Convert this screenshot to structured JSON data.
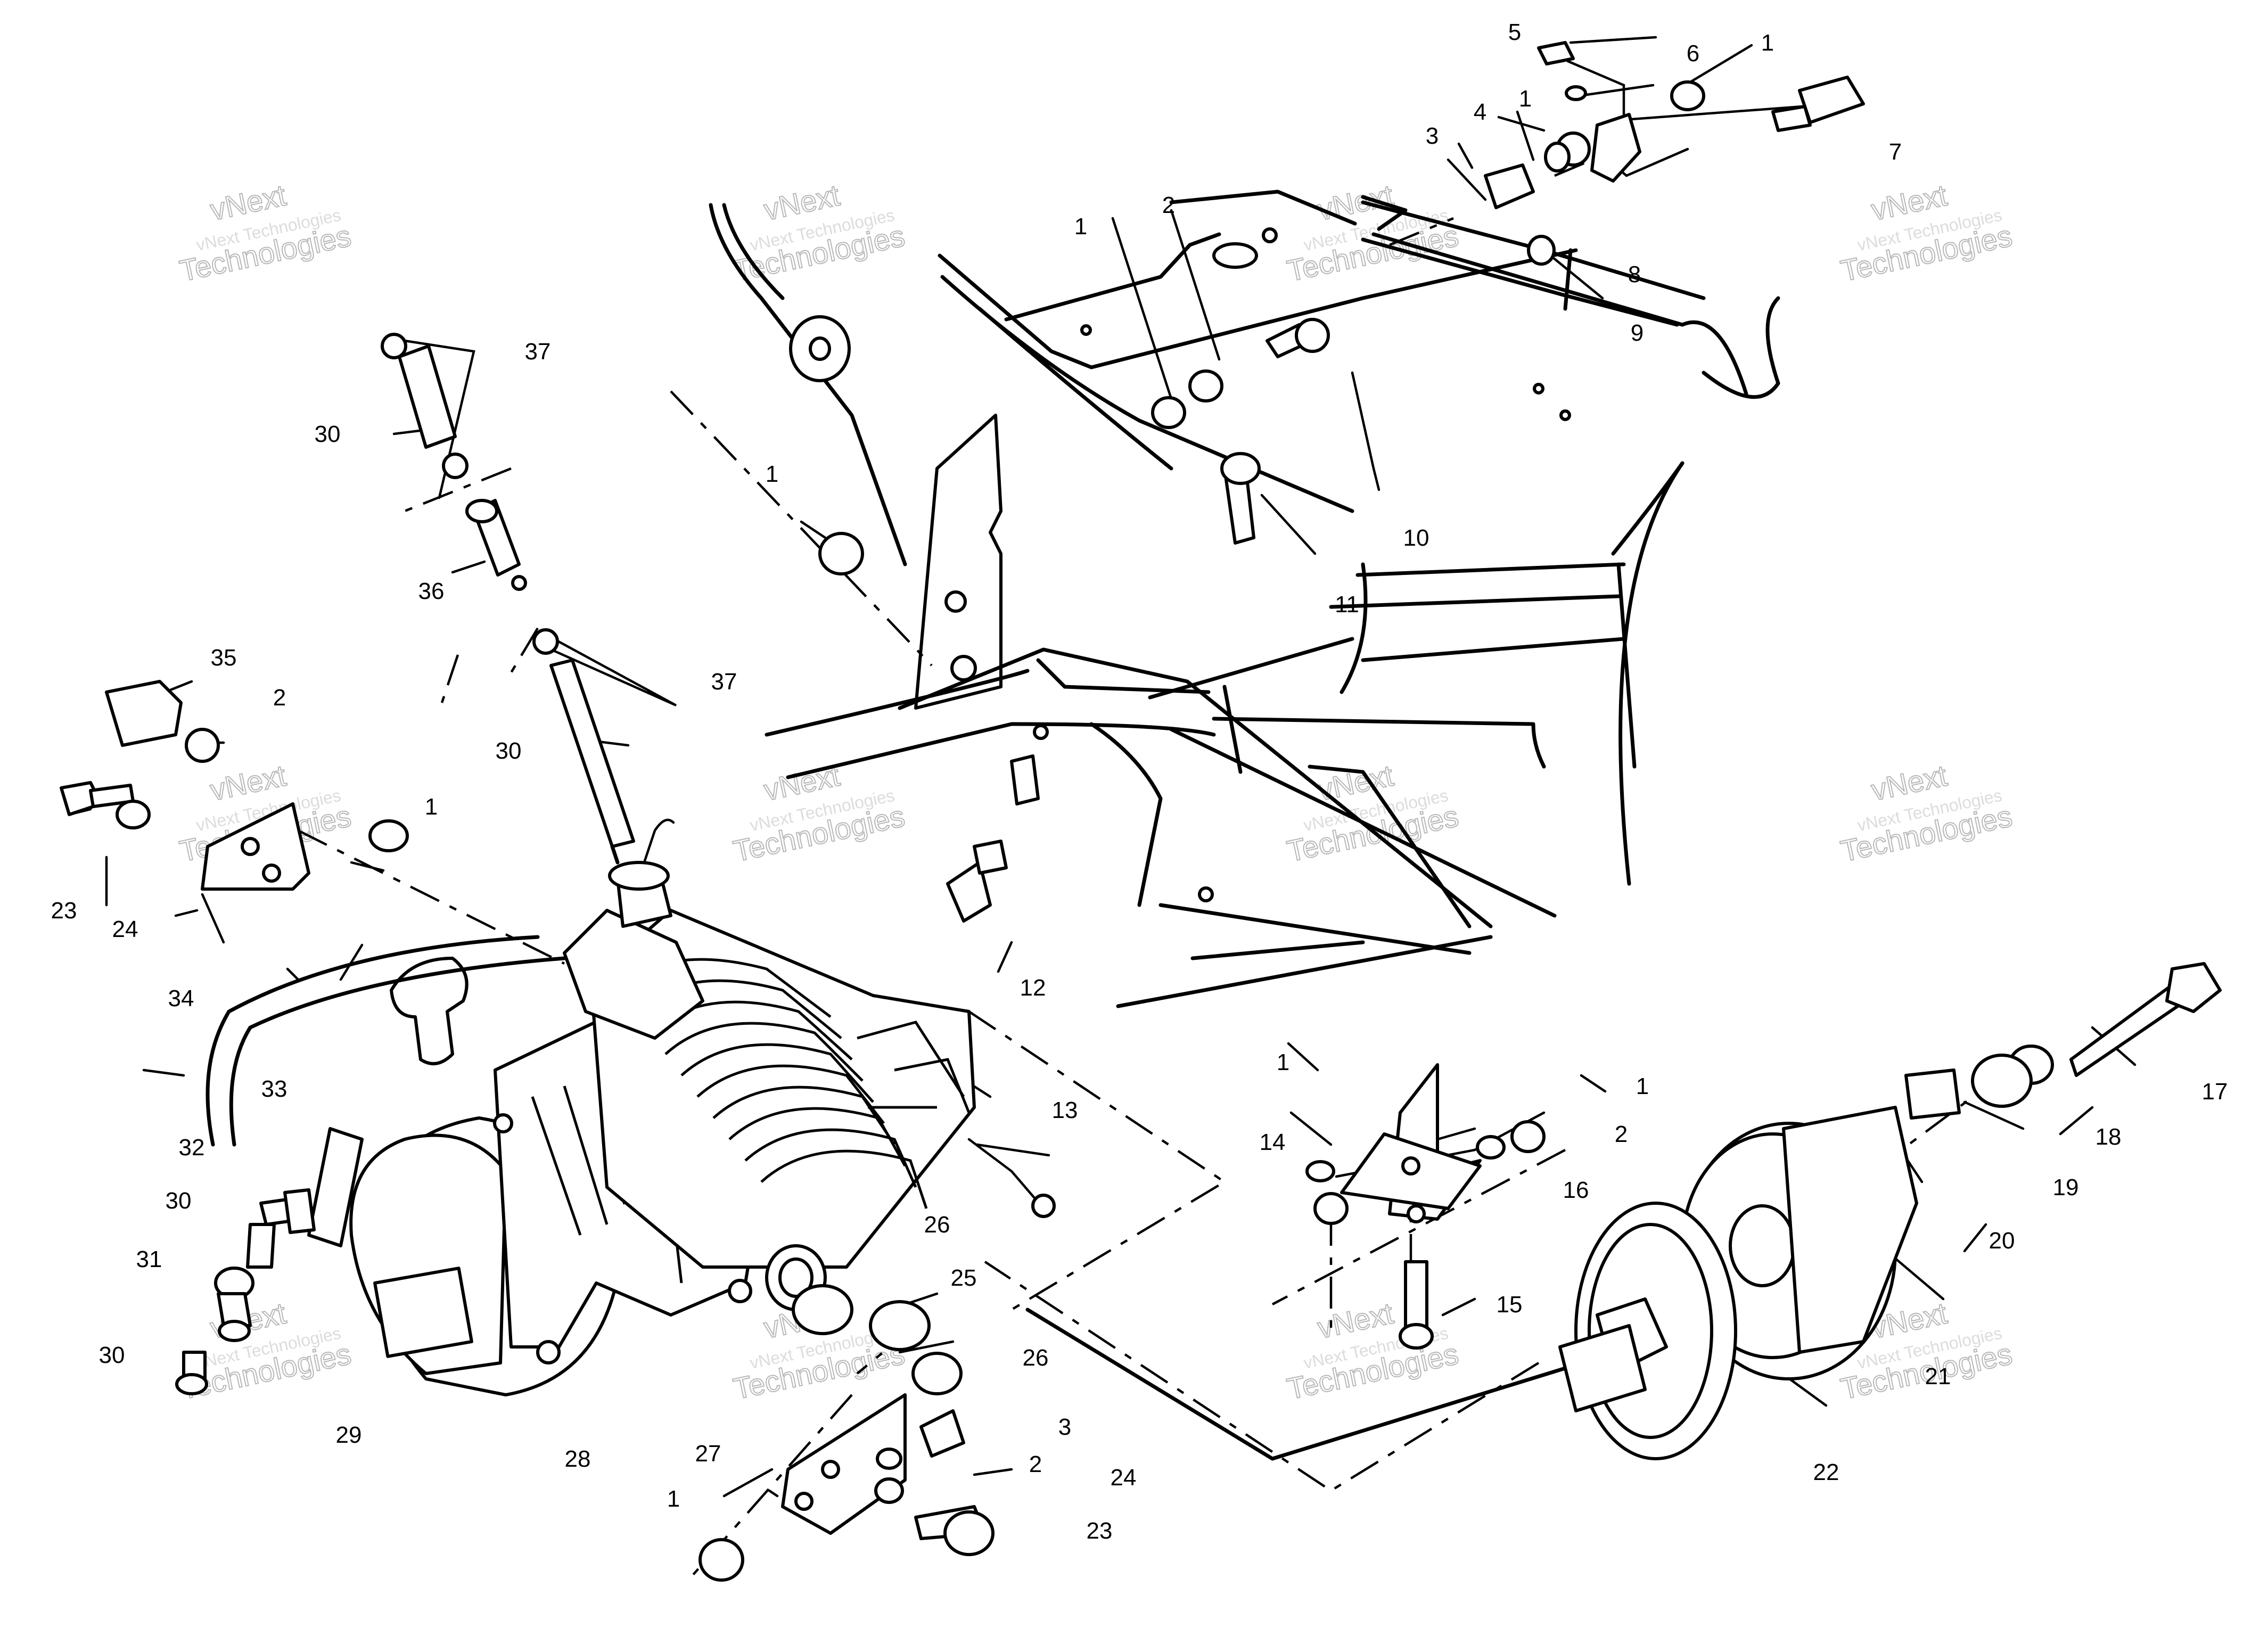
{
  "diagram": {
    "watermark": {
      "brand_short": "vNext",
      "brand_full": "vNext Technologies",
      "brand_word": "Technologies"
    },
    "callouts": [
      {
        "id": "c1a",
        "text": "5"
      },
      {
        "id": "c1b",
        "text": "1"
      },
      {
        "id": "c1c",
        "text": "6"
      },
      {
        "id": "c1d",
        "text": "1"
      },
      {
        "id": "c1e",
        "text": "4"
      },
      {
        "id": "c1f",
        "text": "3"
      },
      {
        "id": "c1g",
        "text": "7"
      },
      {
        "id": "c1h",
        "text": "8"
      },
      {
        "id": "c1i",
        "text": "9"
      },
      {
        "id": "c1j",
        "text": "1"
      },
      {
        "id": "c1k",
        "text": "2"
      },
      {
        "id": "c1l",
        "text": "10"
      },
      {
        "id": "c1m",
        "text": "11"
      },
      {
        "id": "c1n",
        "text": "1"
      },
      {
        "id": "c1o",
        "text": "37"
      },
      {
        "id": "c1p",
        "text": "30"
      },
      {
        "id": "c1q",
        "text": "36"
      },
      {
        "id": "c1r",
        "text": "37"
      },
      {
        "id": "c1s",
        "text": "35"
      },
      {
        "id": "c1t",
        "text": "2"
      },
      {
        "id": "c1u",
        "text": "30"
      },
      {
        "id": "c1v",
        "text": "1"
      },
      {
        "id": "c1w",
        "text": "23"
      },
      {
        "id": "c1x",
        "text": "24"
      },
      {
        "id": "c1y",
        "text": "34"
      },
      {
        "id": "c1z",
        "text": "12"
      },
      {
        "id": "c2a",
        "text": "33"
      },
      {
        "id": "c2b",
        "text": "13"
      },
      {
        "id": "c2c",
        "text": "32"
      },
      {
        "id": "c2d",
        "text": "30"
      },
      {
        "id": "c2e",
        "text": "31"
      },
      {
        "id": "c2f",
        "text": "30"
      },
      {
        "id": "c2g",
        "text": "29"
      },
      {
        "id": "c2h",
        "text": "28"
      },
      {
        "id": "c2i",
        "text": "26"
      },
      {
        "id": "c2j",
        "text": "25"
      },
      {
        "id": "c2k",
        "text": "26"
      },
      {
        "id": "c2l",
        "text": "27"
      },
      {
        "id": "c2m",
        "text": "3"
      },
      {
        "id": "c2n",
        "text": "2"
      },
      {
        "id": "c2o",
        "text": "24"
      },
      {
        "id": "c2p",
        "text": "23"
      },
      {
        "id": "c2q",
        "text": "1"
      },
      {
        "id": "c2r",
        "text": "1"
      },
      {
        "id": "c2s",
        "text": "14"
      },
      {
        "id": "c2t",
        "text": "1"
      },
      {
        "id": "c2u",
        "text": "2"
      },
      {
        "id": "c2v",
        "text": "16"
      },
      {
        "id": "c2w",
        "text": "15"
      },
      {
        "id": "c2x",
        "text": "17"
      },
      {
        "id": "c2y",
        "text": "18"
      },
      {
        "id": "c2z",
        "text": "19"
      },
      {
        "id": "c3a",
        "text": "20"
      },
      {
        "id": "c3b",
        "text": "21"
      },
      {
        "id": "c3c",
        "text": "22"
      }
    ]
  }
}
